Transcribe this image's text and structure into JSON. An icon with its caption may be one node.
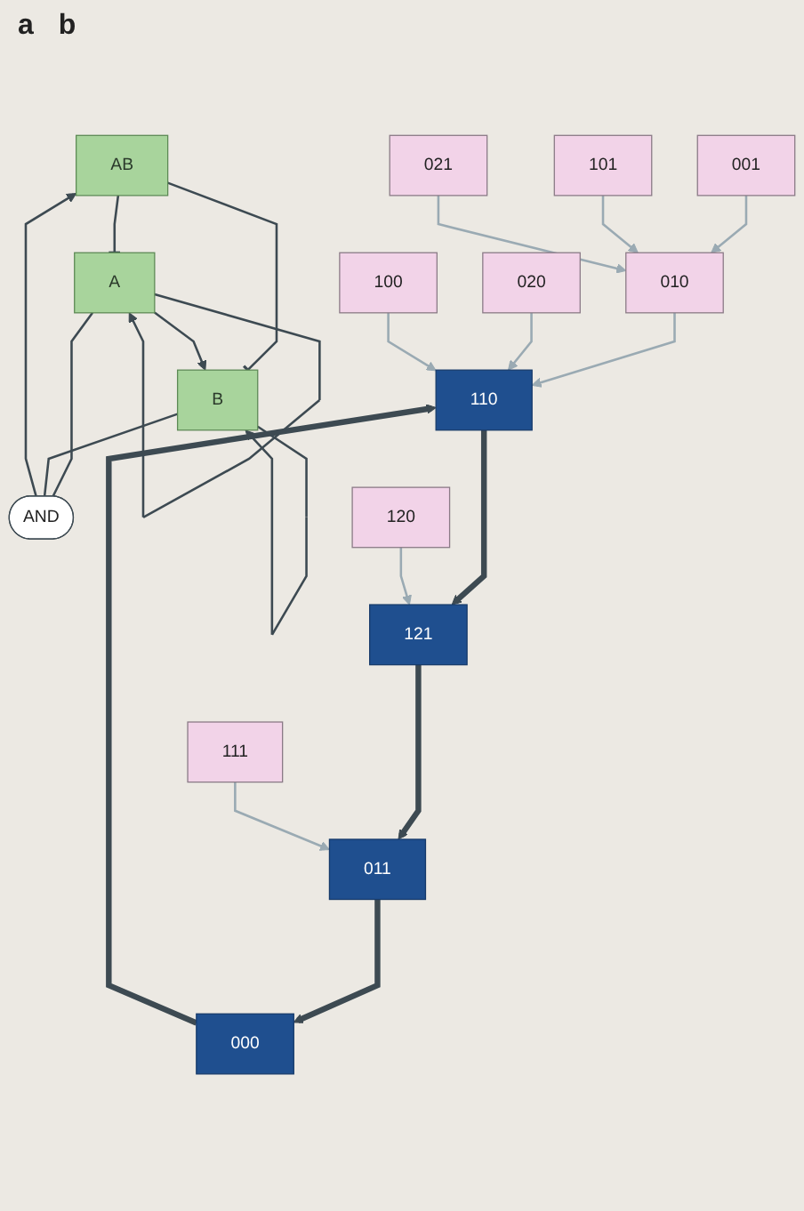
{
  "diagram": {
    "nodes": [
      {
        "text": [
          "AB"
        ]
      },
      {
        "text": [
          "AND"
        ]
      },
      {
        "text": [
          "A"
        ]
      },
      {
        "text": [
          "B"
        ]
      },
      {
        "text": [
          "001"
        ]
      },
      {
        "text": [
          "101"
        ]
      },
      {
        "text": [
          "010"
        ]
      },
      {
        "text": [
          "021"
        ]
      },
      {
        "text": [
          "020"
        ]
      },
      {
        "text": [
          "110"
        ]
      },
      {
        "text": [
          "121"
        ]
      },
      {
        "text": [
          "120"
        ]
      },
      {
        "text": [
          "100"
        ]
      },
      {
        "text": [
          "000"
        ]
      },
      {
        "text": [
          "011"
        ]
      },
      {
        "text": [
          "111"
        ]
      }
    ],
    "edges": [
      {
        "from": 0,
        "to": 2,
        "arrow": "other"
      },
      {
        "from": 0,
        "to": 3,
        "arrow": "other"
      },
      {
        "from": 1,
        "to": 0,
        "arrow": "to"
      },
      {
        "from": 2,
        "to": 1,
        "arrow": "none"
      },
      {
        "from": 3,
        "to": 1,
        "arrow": "none"
      },
      {
        "from": 2,
        "to": 3,
        "arrow": "to"
      },
      {
        "from": 2,
        "to": 2,
        "arrow": "to"
      },
      {
        "from": 3,
        "to": 3,
        "arrow": "to"
      },
      {
        "from": 4,
        "to": 6,
        "arrow": "to",
        "color": "#9aaab3"
      },
      {
        "from": 5,
        "to": 6,
        "arrow": "to",
        "color": "#9aaab3"
      },
      {
        "from": 7,
        "to": 6,
        "arrow": "to",
        "color": "#9aaab3"
      },
      {
        "from": 6,
        "to": 9,
        "arrow": "to",
        "color": "#9aaab3"
      },
      {
        "from": 8,
        "to": 9,
        "arrow": "to",
        "color": "#9aaab3"
      },
      {
        "from": 12,
        "to": 9,
        "arrow": "to",
        "color": "#9aaab3"
      },
      {
        "from": 9,
        "to": 10,
        "arrow": "to",
        "style": "thick"
      },
      {
        "from": 11,
        "to": 10,
        "arrow": "to",
        "color": "#9aaab3"
      },
      {
        "from": 10,
        "to": 14,
        "arrow": "to",
        "style": "thick"
      },
      {
        "from": 15,
        "to": 14,
        "arrow": "to",
        "color": "#9aaab3"
      },
      {
        "from": 14,
        "to": 13,
        "arrow": "to",
        "style": "thick"
      },
      {
        "from": 13,
        "to": 9,
        "arrow": "to",
        "style": "thick"
      }
    ],
    "labels": [
      "a",
      "b"
    ]
  }
}
